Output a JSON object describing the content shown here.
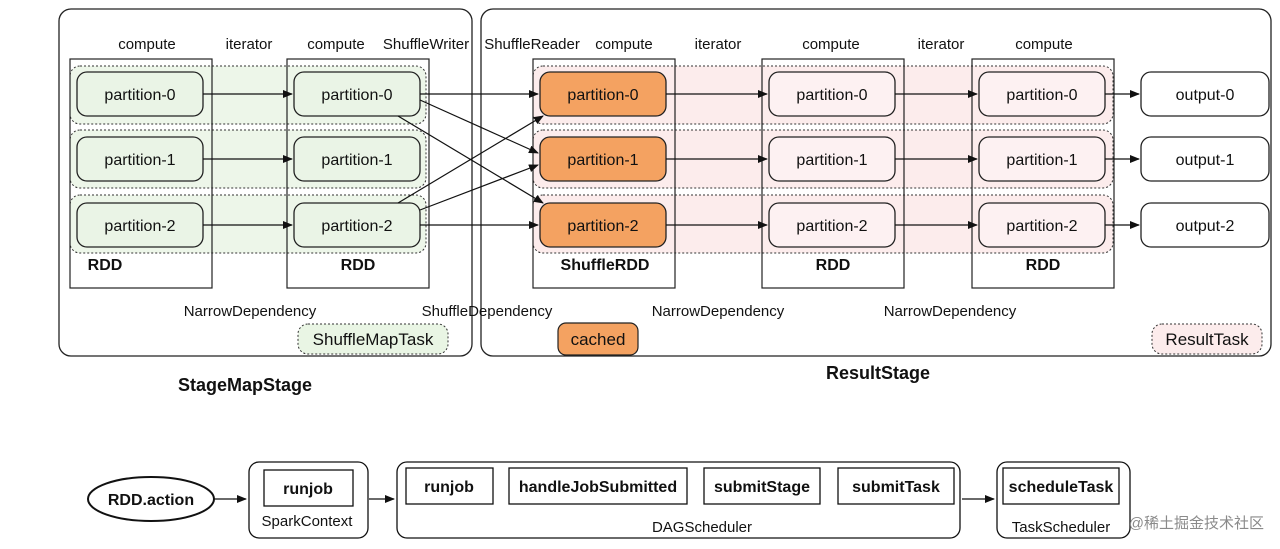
{
  "stages": {
    "left_title": "StageMapStage",
    "right_title": "ResultStage"
  },
  "columns": {
    "compute": "compute",
    "iterator": "iterator",
    "shuffle_writer": "ShuffleWriter",
    "shuffle_reader": "ShuffleReader"
  },
  "rdd_labels": {
    "rdd": "RDD",
    "shuffle_rdd": "ShuffleRDD"
  },
  "partitions": [
    "partition-0",
    "partition-1",
    "partition-2"
  ],
  "outputs": [
    "output-0",
    "output-1",
    "output-2"
  ],
  "dependencies": {
    "narrow": "NarrowDependency",
    "shuffle": "ShuffleDependency"
  },
  "tasks": {
    "shuffle_map_task": "ShuffleMapTask",
    "result_task": "ResultTask",
    "cached": "cached"
  },
  "flow": {
    "rdd_action": "RDD.action",
    "spark_context": {
      "method": "runjob",
      "label": "SparkContext"
    },
    "dag_scheduler": {
      "methods": [
        "runjob",
        "handleJobSubmitted",
        "submitStage",
        "submitTask"
      ],
      "label": "DAGScheduler"
    },
    "task_scheduler": {
      "method": "scheduleTask",
      "label": "TaskScheduler"
    }
  },
  "watermark": "@稀土掘金技术社区",
  "colors": {
    "map_partition_fill": "#eaf4e6",
    "map_band": "#edf6e9",
    "cached_fill": "#f4a261",
    "result_partition_fill": "#fdf1f2",
    "result_band": "#fcecec"
  }
}
